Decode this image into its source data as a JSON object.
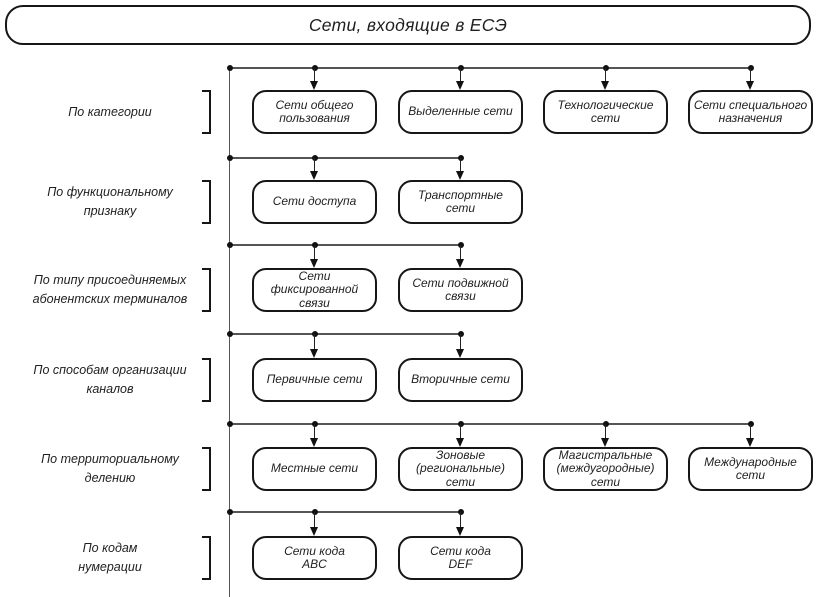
{
  "title": "Сети, входящие в ЕСЭ",
  "colors": {
    "background": "#ffffff",
    "box_border": "#161616",
    "connector_line": "#555555",
    "marker_black": "#111111",
    "text": "#1f1f1f"
  },
  "rows": [
    {
      "label": [
        "По категории"
      ],
      "boxes": [
        [
          "Сети общего",
          "пользования"
        ],
        [
          "Выделенные сети"
        ],
        [
          "Технологические",
          "сети"
        ],
        [
          "Сети специального",
          "назначения"
        ]
      ]
    },
    {
      "label": [
        "По функциональному",
        "признаку"
      ],
      "boxes": [
        [
          "Сети доступа"
        ],
        [
          "Транспортные",
          "сети"
        ]
      ]
    },
    {
      "label": [
        "По типу присоединяемых",
        "абонентских терминалов"
      ],
      "boxes": [
        [
          "Сети",
          "фиксированной",
          "связи"
        ],
        [
          "Сети подвижной",
          "связи"
        ]
      ]
    },
    {
      "label": [
        "По способам организации",
        "каналов"
      ],
      "boxes": [
        [
          "Первичные сети"
        ],
        [
          "Вторичные сети"
        ]
      ]
    },
    {
      "label": [
        "По территориальному",
        "делению"
      ],
      "boxes": [
        [
          "Местные сети"
        ],
        [
          "Зоновые",
          "(региональные)",
          "сети"
        ],
        [
          "Магистральные",
          "(междугородные)",
          "сети"
        ],
        [
          "Международные",
          "сети"
        ]
      ]
    },
    {
      "label": [
        "По кодам",
        "нумерации"
      ],
      "boxes": [
        [
          "Сети кода",
          "ABC"
        ],
        [
          "Сети кода",
          "DEF"
        ]
      ]
    }
  ]
}
